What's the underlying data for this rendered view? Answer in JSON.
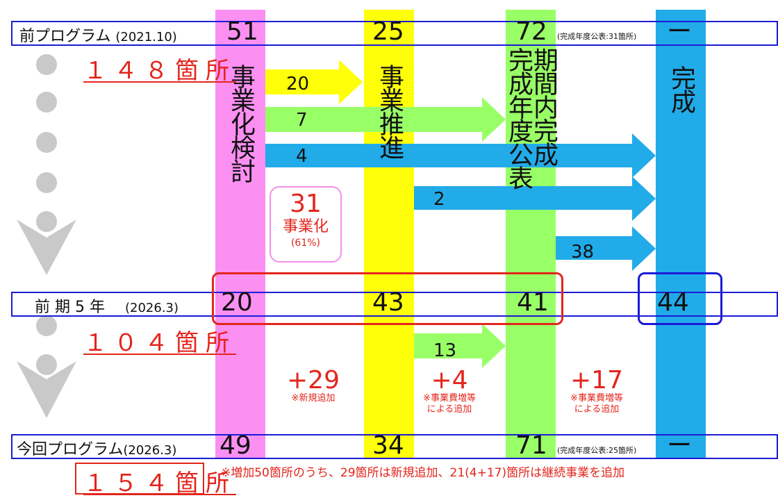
{
  "colors": {
    "kentou": "#fc8ff2",
    "suishin": "#ffff0a",
    "kikan": "#99ff66",
    "kansei": "#22abe9",
    "arrow_yellow": "#ffff0a",
    "arrow_green": "#99ff66",
    "arrow_blue": "#22abe9",
    "red": "#e3251c",
    "blue_frame": "#1b1bd6"
  },
  "columns": {
    "kentou": "事業化検討",
    "suishin": "事業推進",
    "kikan_a": "期間内完成",
    "kikan_b": "完成年度公表",
    "kansei": "完成"
  },
  "rows": {
    "prev": {
      "label": "前プログラム",
      "date": "(2021.10)",
      "kentou": "51",
      "suishin": "25",
      "kikan": "72",
      "kikan_note": "(完成年度公表:31箇所)",
      "kansei": "ー"
    },
    "mid": {
      "label": "前 期 5 年",
      "date": "(2026.3)",
      "kentou": "20",
      "suishin": "43",
      "kikan": "41",
      "kansei": "44"
    },
    "now": {
      "label": "今回プログラム",
      "date": "(2026.3)",
      "kentou": "49",
      "suishin": "34",
      "kikan": "71",
      "kikan_note": "(完成年度公表:25箇所)",
      "kansei": "ー"
    }
  },
  "totals": {
    "prev": "１４８箇所",
    "mid": "１０４箇所",
    "now": "１５４箇所"
  },
  "arrows": {
    "a1": "20",
    "a2": "7",
    "a3": "4",
    "a4": "2",
    "a5": "38",
    "a6": "13"
  },
  "jigyouka": {
    "count": "31",
    "label": "事業化",
    "pct": "(61%)"
  },
  "additions": {
    "kentou": {
      "value": "+29",
      "note": "※新規追加"
    },
    "suishin": {
      "value": "+4",
      "note1": "※事業費増等",
      "note2": "による追加"
    },
    "kikan": {
      "value": "+17",
      "note1": "※事業費増等",
      "note2": "による追加"
    }
  },
  "footnote": "※増加50箇所のうち、29箇所は新規追加、21(4+17)箇所は継続事業を追加"
}
